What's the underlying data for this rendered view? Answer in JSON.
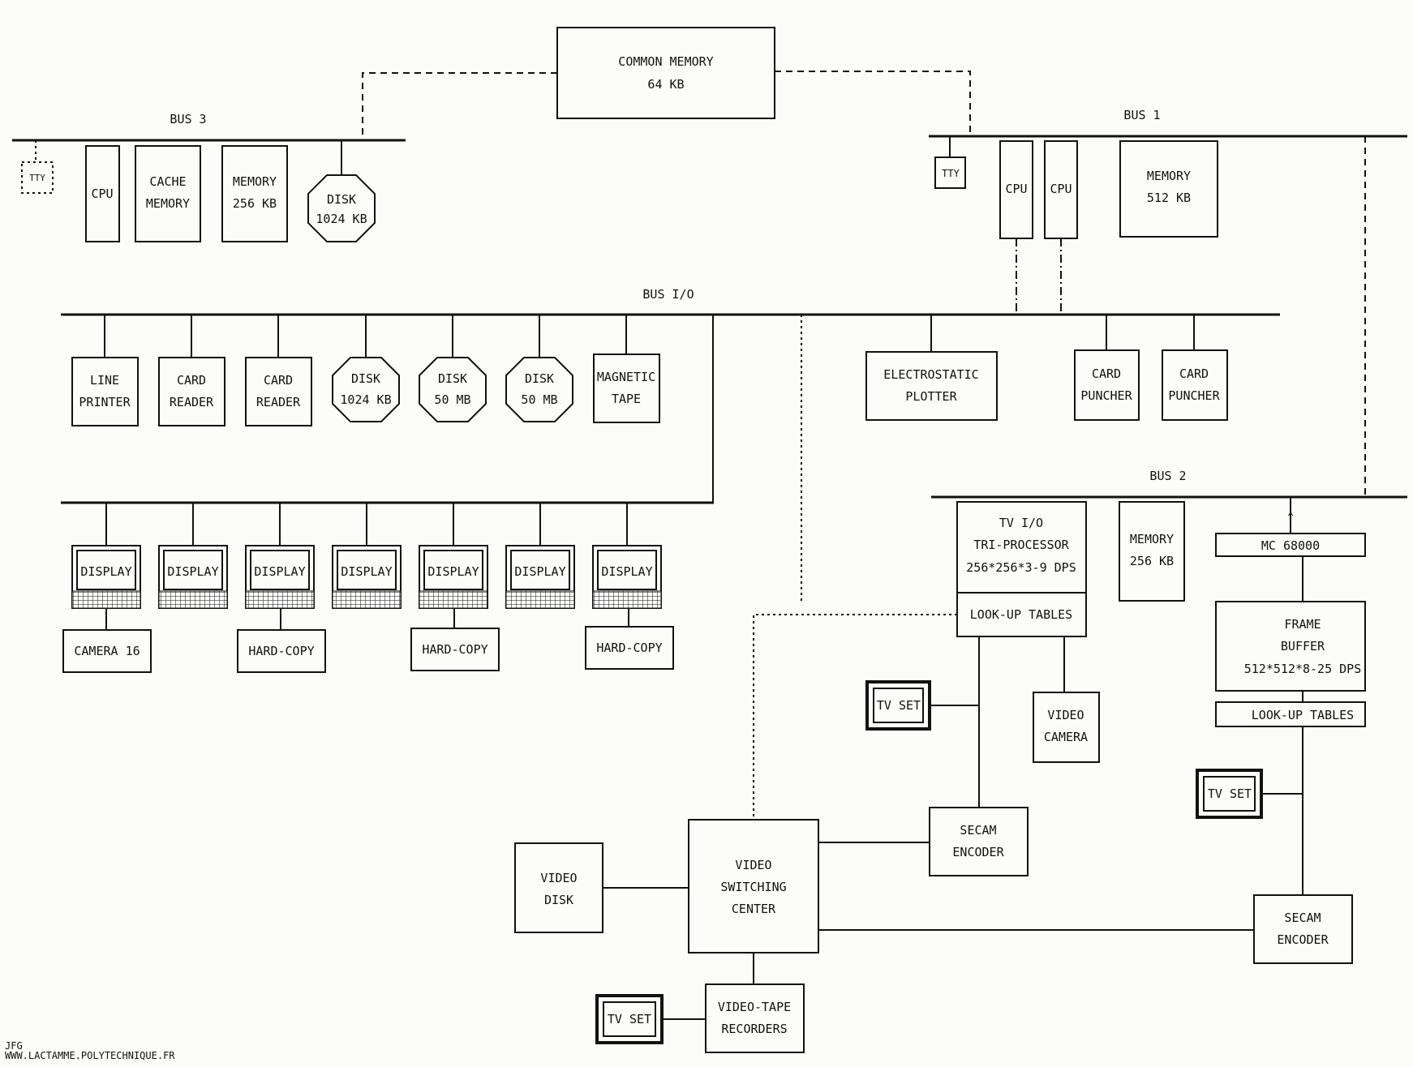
{
  "common_memory": [
    "COMMON MEMORY",
    "64 KB"
  ],
  "bus3": {
    "label": "BUS 3",
    "tty": "TTY",
    "cpu": "CPU",
    "cache": [
      "CACHE",
      "MEMORY"
    ],
    "memory": [
      "MEMORY",
      "256 KB"
    ],
    "disk": [
      "DISK",
      "1024 KB"
    ]
  },
  "bus1": {
    "label": "BUS 1",
    "tty": "TTY",
    "cpu1": "CPU",
    "cpu2": "CPU",
    "memory": [
      "MEMORY",
      "512 KB"
    ]
  },
  "bus_io": {
    "label": "BUS I/O",
    "devices": [
      [
        "LINE",
        "PRINTER"
      ],
      [
        "CARD",
        "READER"
      ],
      [
        "CARD",
        "READER"
      ],
      [
        "DISK",
        "1024 KB"
      ],
      [
        "DISK",
        "50 MB"
      ],
      [
        "DISK",
        "50 MB"
      ],
      [
        "MAGNETIC",
        "TAPE"
      ]
    ],
    "plotter": [
      "ELECTROSTATIC",
      "PLOTTER"
    ],
    "punchers": [
      [
        "CARD",
        "PUNCHER"
      ],
      [
        "CARD",
        "PUNCHER"
      ]
    ]
  },
  "displays": [
    "DISPLAY",
    "DISPLAY",
    "DISPLAY",
    "DISPLAY",
    "DISPLAY",
    "DISPLAY",
    "DISPLAY"
  ],
  "camera16": "CAMERA 16",
  "hardcopy": [
    "HARD-COPY",
    "HARD-COPY",
    "HARD-COPY"
  ],
  "bus2": {
    "label": "BUS 2",
    "tvio": [
      "TV I/O",
      "TRI-PROCESSOR",
      "256*256*3-9 DPS"
    ],
    "tvio_lut": "LOOK-UP TABLES",
    "memory": [
      "MEMORY",
      "256 KB"
    ],
    "mc": "MC 68000",
    "frame": [
      "FRAME",
      "BUFFER",
      "512*512*8-25 DPS"
    ],
    "frame_lut": "LOOK-UP TABLES"
  },
  "tv_set": "TV SET",
  "video_camera": [
    "VIDEO",
    "CAMERA"
  ],
  "secam": [
    "SECAM",
    "ENCODER"
  ],
  "video_disk": [
    "VIDEO",
    "DISK"
  ],
  "vsc": [
    "VIDEO",
    "SWITCHING",
    "CENTER"
  ],
  "vtr": [
    "VIDEO-TAPE",
    "RECORDERS"
  ],
  "credit": [
    "JFG",
    "WWW.LACTAMME.POLYTECHNIQUE.FR"
  ]
}
